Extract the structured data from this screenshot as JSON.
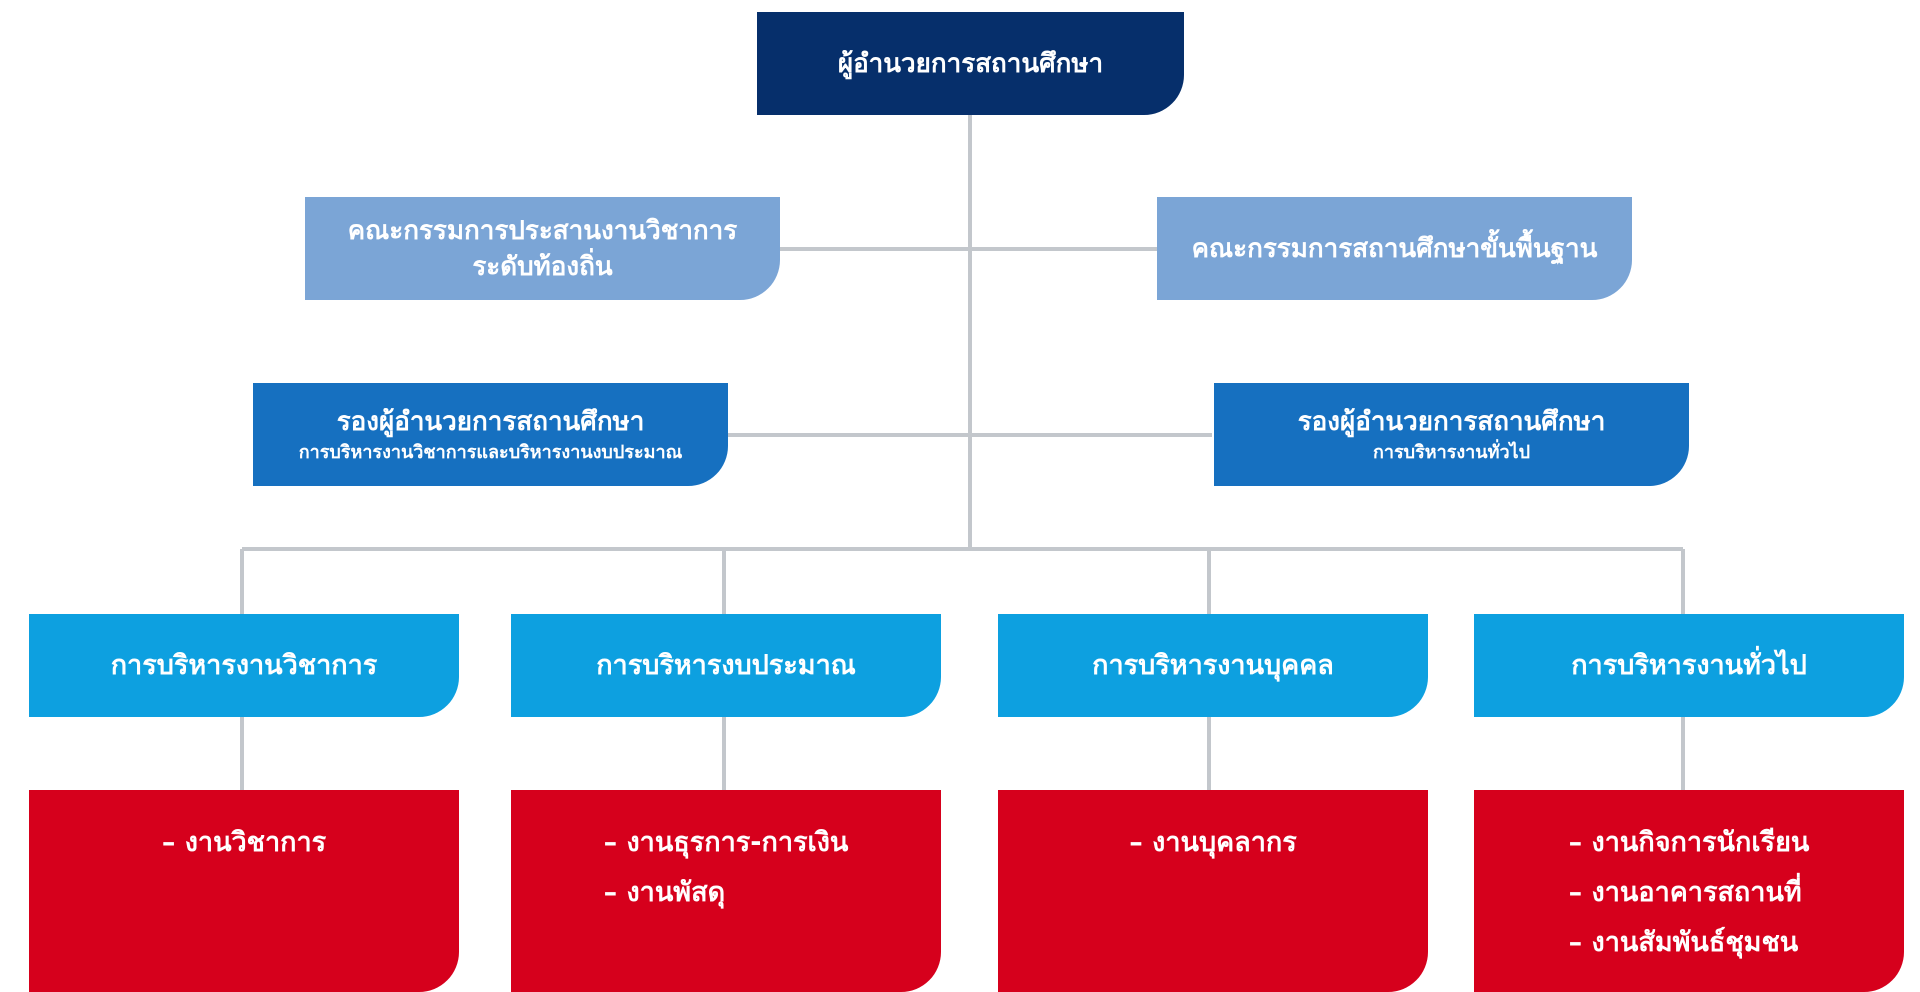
{
  "director": {
    "title": "ผู้อำนวยการสถานศึกษา"
  },
  "committees": {
    "left": {
      "line1": "คณะกรรมการประสานงานวิชาการ",
      "line2": "ระดับท้องถิ่น"
    },
    "right": {
      "line1": "คณะกรรมการสถานศึกษาขั้นพื้นฐาน"
    }
  },
  "deputies": {
    "left": {
      "title": "รองผู้อำนวยการสถานศึกษา",
      "subtitle": "การบริหารงานวิชาการและบริหารงานงบประมาณ"
    },
    "right": {
      "title": "รองผู้อำนวยการสถานศึกษา",
      "subtitle": "การบริหารงานทั่วไป"
    }
  },
  "departments": [
    {
      "title": "การบริหารงานวิชาการ",
      "tasks": [
        "งานวิชาการ"
      ]
    },
    {
      "title": "การบริหารงบประมาณ",
      "tasks": [
        "งานธุรการ-การเงิน",
        "งานพัสดุ"
      ]
    },
    {
      "title": "การบริหารงานบุคคล",
      "tasks": [
        "งานบุคลากร"
      ]
    },
    {
      "title": "การบริหารงานทั่วไป",
      "tasks": [
        "งานกิจการนักเรียน",
        "งานอาคารสถานที่",
        "งานสัมพันธ์ชุมชน"
      ]
    }
  ],
  "colors": {
    "director": "#062f6b",
    "committee": "#7ba5d6",
    "deputy": "#1670c0",
    "department": "#0da0e0",
    "tasks": "#d6001c",
    "connector": "#c3c7cc"
  }
}
